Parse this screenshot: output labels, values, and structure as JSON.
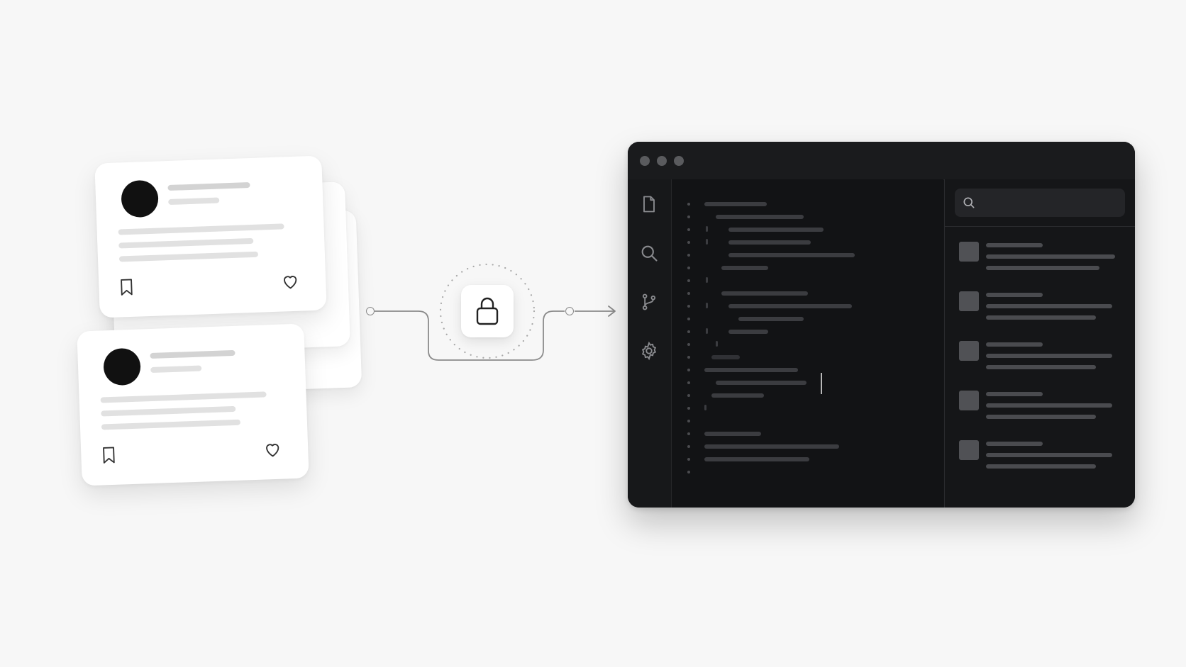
{
  "diagram": {
    "source_cards": {
      "count": 2,
      "actions": [
        "bookmark-icon",
        "heart-icon"
      ]
    },
    "connector": {
      "center_icon": "lock-icon",
      "arrow": "arrow-right-icon"
    },
    "editor_window": {
      "window_controls": [
        "window-dot",
        "window-dot",
        "window-dot"
      ],
      "activity_bar_icons": [
        "file-icon",
        "search-icon",
        "git-branch-icon",
        "gear-icon"
      ],
      "search_placeholder": "",
      "result_items": 5
    }
  },
  "colors": {
    "background": "#f7f7f7",
    "card": "#ffffff",
    "avatar": "#111111",
    "editor_bg": "#141517",
    "line_stroke": "#8b8b8b"
  }
}
